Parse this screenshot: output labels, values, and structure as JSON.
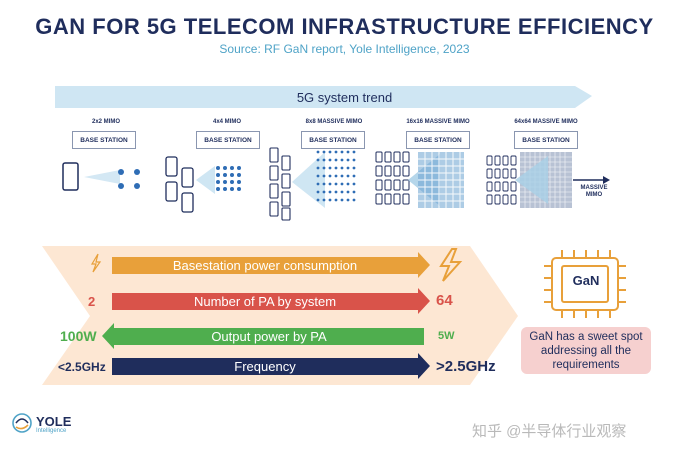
{
  "header": {
    "title": "GAN FOR 5G TELECOM INFRASTRUCTURE EFFICIENCY",
    "source": "Source: RF GaN report, Yole Intelligence, 2023"
  },
  "trend": {
    "label": "5G system trend",
    "stages": [
      {
        "mimo": "2x2 MIMO",
        "base_station": "BASE STATION"
      },
      {
        "mimo": "4x4 MIMO",
        "base_station": "BASE STATION"
      },
      {
        "mimo": "8x8 MASSIVE MIMO",
        "base_station": "BASE STATION"
      },
      {
        "mimo": "16x16 MASSIVE MIMO",
        "base_station": "BASE STATION"
      },
      {
        "mimo": "64x64 MASSIVE MIMO",
        "base_station": "BASE STATION"
      }
    ],
    "end_label_1": "MASSIVE",
    "end_label_2": "MIMO"
  },
  "requirements": [
    {
      "label": "Basestation power consumption",
      "left": "",
      "right": "",
      "color": "#e8a03a",
      "direction": "right"
    },
    {
      "label": "Number of PA by system",
      "left": "2",
      "right": "64",
      "color": "#d9534a",
      "direction": "right"
    },
    {
      "label": "Output power by PA",
      "left": "100W",
      "right": "5W",
      "color": "#4fae4e",
      "direction": "left"
    },
    {
      "label": "Frequency",
      "left": "<2.5GHz",
      "right": ">2.5GHz",
      "color": "#1f2d5c",
      "direction": "right"
    }
  ],
  "chip": {
    "label": "GaN"
  },
  "conclusion": {
    "line1": "GaN has a sweet spot",
    "line2": "addressing all the",
    "line3": "requirements"
  },
  "logo": {
    "name": "YOLE",
    "sub": "Intelligence"
  },
  "watermark": "知乎 @半导体行业观察",
  "colors": {
    "navy": "#1f2d5c",
    "light_blue": "#cfe6f3",
    "accent_blue": "#4fa3c7",
    "peach": "#fde7d3"
  }
}
